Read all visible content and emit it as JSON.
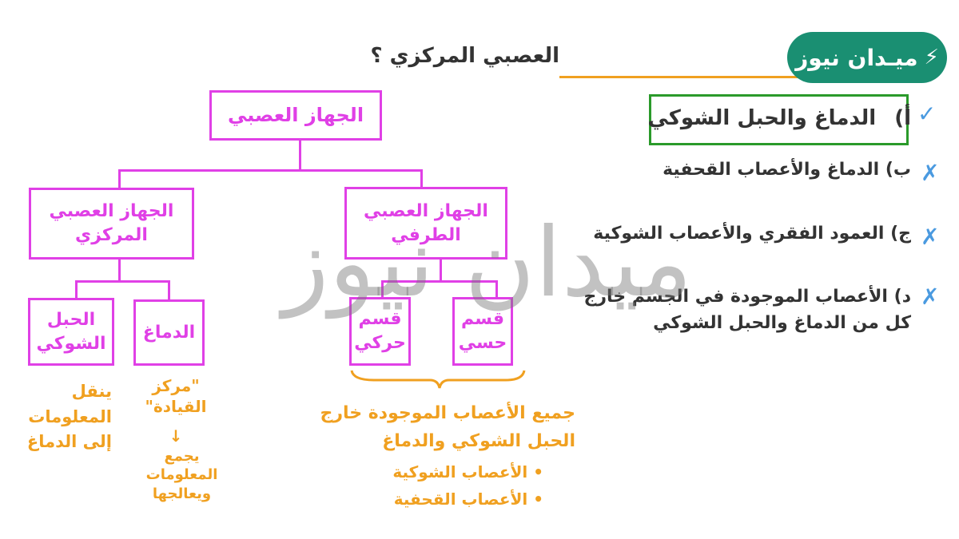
{
  "logo": {
    "text": "ميـدان نيوز",
    "icon": "lightning-icon",
    "bg": "#1a8f72"
  },
  "question": {
    "text": "العصبي المركزي ؟"
  },
  "options": [
    {
      "label": "أ)",
      "text": "الدماغ والحبل الشوكي",
      "mark": "✓",
      "correct": true
    },
    {
      "label": "ب)",
      "text": "الدماغ والأعصاب القحفية",
      "mark": "✗",
      "correct": false
    },
    {
      "label": "ج)",
      "text": "العمود الفقري والأعصاب الشوكية",
      "mark": "✗",
      "correct": false
    },
    {
      "label": "د)",
      "text": "الأعصاب الموجودة في الجسم خارج كل من الدماغ والحبل الشوكي",
      "mark": "✗",
      "correct": false
    }
  ],
  "tree": {
    "root": "الجهاز العصبي",
    "central": "الجهاز العصبي المركزي",
    "peripheral": "الجهاز العصبي الطرفي",
    "spinal_cord": "الحبل الشوكي",
    "brain": "الدماغ",
    "motor": "قسم حركي",
    "sensory": "قسم حسي"
  },
  "notes": {
    "spinal_cord": "ينقل المعلومات إلى الدماغ",
    "brain_title": "\"مركز القيادة\"",
    "arrow": "↓",
    "brain_desc": "يجمع المعلومات ويعالجها",
    "peripheral_desc": "جميع الأعصاب الموجودة خارج الحبل الشوكي والدماغ",
    "peripheral_items": [
      "الأعصاب الشوكية",
      "الأعصاب القحفية"
    ]
  },
  "watermark": "ميدان نيوز",
  "colors": {
    "tree": "#e040e6",
    "notes": "#f0a020",
    "correct_box": "#2a9a2a",
    "marks": "#4a9ae0"
  }
}
